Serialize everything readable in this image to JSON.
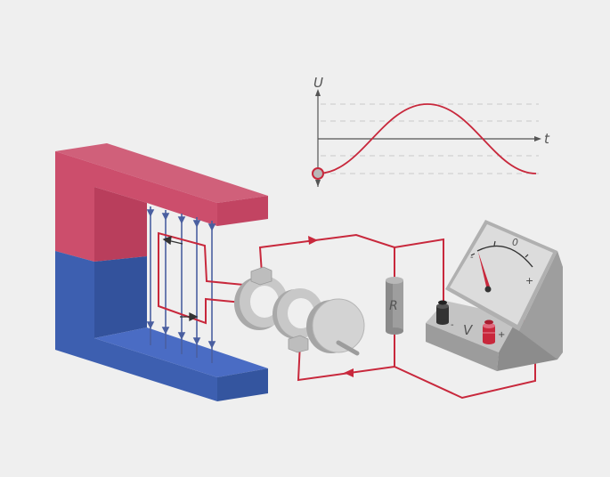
{
  "graph": {
    "y_axis_label": "U",
    "x_axis_label": "t"
  },
  "resistor": {
    "label": "R"
  },
  "voltmeter": {
    "unit_label": "V",
    "zero_label": "0",
    "minus_label": "-",
    "plus_label": "+",
    "terminal_minus_label": "-",
    "terminal_plus_label": "+"
  },
  "colors": {
    "magnet_north": "#c84a68",
    "magnet_south": "#3d60b0",
    "wire": "#c8283c",
    "field_lines": "#4a5fa0",
    "metal": "#b9b9b9"
  }
}
